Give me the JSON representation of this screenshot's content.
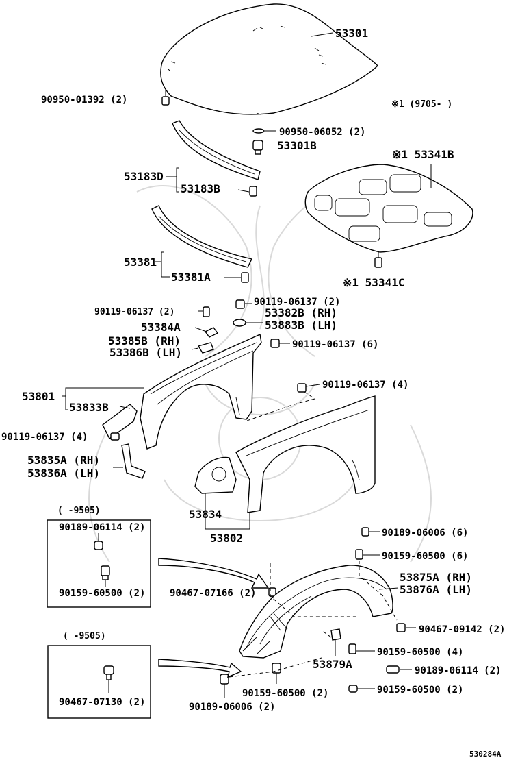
{
  "diagram": {
    "labels": {
      "hood": "53301",
      "hood_bolt": "90950-01392 (2)",
      "note_top": "※1 (9705-         )",
      "cushion": "90950-06052 (2)",
      "cushion_b": "53301B",
      "insulator": "※1 53341B",
      "insulator_clip": "※1 53341C",
      "seal_d": "53183D",
      "seal_b": "53183B",
      "seal2": "53381",
      "seal2_a": "53381A",
      "bolt_a": "90119-06137 (2)",
      "bolt_b": "90119-06137 (2)",
      "bracket_a": "53384A",
      "bracket_rh": "53382B (RH)",
      "bracket_lh": "53883B (LH)",
      "bracket_rh2": "53385B (RH)",
      "bracket_lh2": "53386B (LH)",
      "bolt_c": "90119-06137 (6)",
      "bolt_d": "90119-06137 (4)",
      "fender_assy": "53801",
      "bracket_833": "53833B",
      "bolt_e": "90119-06137 (4)",
      "liner_rh": "53835A (RH)",
      "liner_lh": "53836A (LH)",
      "note_left1": "(        -9505)",
      "clip_a": "90189-06114 (2)",
      "clip_b": "90159-60500 (2)",
      "fender_bracket": "53834",
      "fender": "53802",
      "clip_c": "90189-06006 (6)",
      "clip_d": "90159-60500 (6)",
      "clip_e": "90467-07166 (2)",
      "liner_rh2": "53875A (RH)",
      "liner_lh2": "53876A (LH)",
      "clip_f": "90467-09142 (2)",
      "clip_g": "90159-60500 (4)",
      "seal_879": "53879A",
      "clip_h": "90189-06114 (2)",
      "clip_i": "90159-60500 (2)",
      "clip_j": "90159-60500 (2)",
      "clip_k": "90189-06006 (2)",
      "note_left2": "(        -9505)",
      "clip_l": "90467-07130 (2)",
      "figure_id": "530284A"
    }
  }
}
